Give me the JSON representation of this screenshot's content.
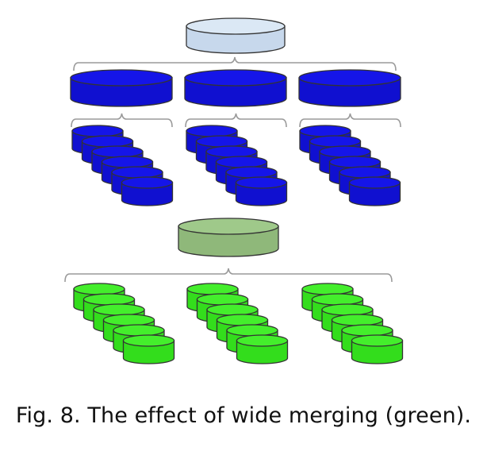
{
  "figure": {
    "caption": "Fig. 8.  The effect of wide merging (green).",
    "colors": {
      "root_top": "#dbe8f5",
      "root_side": "#c7d8ec",
      "blue_top": "#1515e8",
      "blue_side": "#1010d0",
      "green_top": "#44ee2c",
      "green_side": "#33dd1c",
      "wide_top": "#9fc98a",
      "wide_side": "#8fb87a",
      "outline": "#333333",
      "bracket": "#9a9a9a"
    },
    "diagrams": [
      {
        "name": "standard-merge",
        "root_shape": "light-blue-wide-disk",
        "children_per_level": 3,
        "leaf_disks_per_child": 6,
        "leaf_color": "blue"
      },
      {
        "name": "wide-merge",
        "root_shape": "green-wide-disk",
        "children_per_level": 3,
        "leaf_disks_per_child": 6,
        "leaf_color": "green"
      }
    ]
  }
}
